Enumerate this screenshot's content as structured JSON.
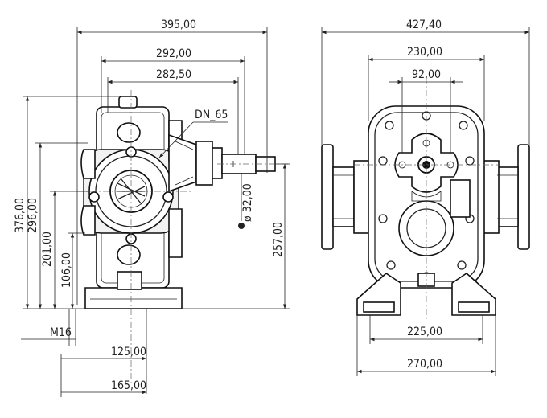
{
  "side_view": {
    "overall_width": "395,00",
    "flange_to_shaft": "292,00",
    "flange_to_key": "282,50",
    "connection": "DN_65",
    "shaft_diameter": "ø 32,00",
    "shaft_height": "257,00",
    "overall_height": "376,00",
    "body_height": "296,00",
    "flange_center_height": "201,00",
    "lower_height": "106,00",
    "thread": "M16",
    "foot_offset_small": "125,00",
    "foot_offset_large": "165,00"
  },
  "front_view": {
    "overall_width": "427,40",
    "body_width": "230,00",
    "top_spacing": "92,00",
    "foot_inner": "225,00",
    "foot_outer": "270,00"
  }
}
